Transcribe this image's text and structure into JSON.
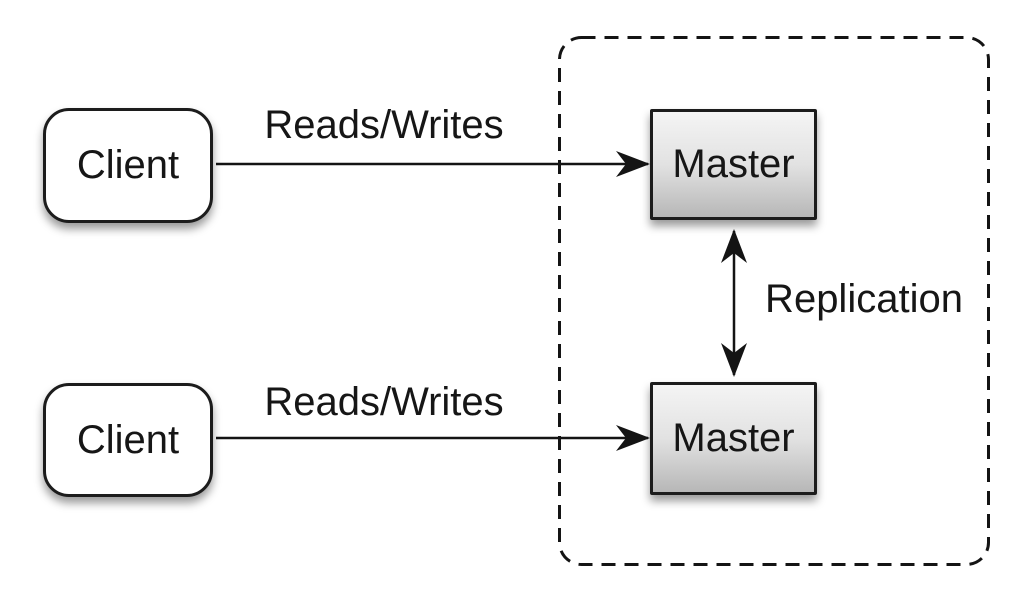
{
  "diagram": {
    "clients": [
      {
        "label": "Client"
      },
      {
        "label": "Client"
      }
    ],
    "masters": [
      {
        "label": "Master"
      },
      {
        "label": "Master"
      }
    ],
    "edge_labels": {
      "reads_writes_top": "Reads/Writes",
      "reads_writes_bottom": "Reads/Writes",
      "replication": "Replication"
    },
    "colors": {
      "background": "#ffffff",
      "line": "#141414",
      "text": "#161616",
      "client_fill": "#ffffff",
      "master_gradient_top": "#f4f4f4",
      "master_gradient_bottom": "#b7b7b7",
      "boundary_dash": "#141414"
    }
  }
}
